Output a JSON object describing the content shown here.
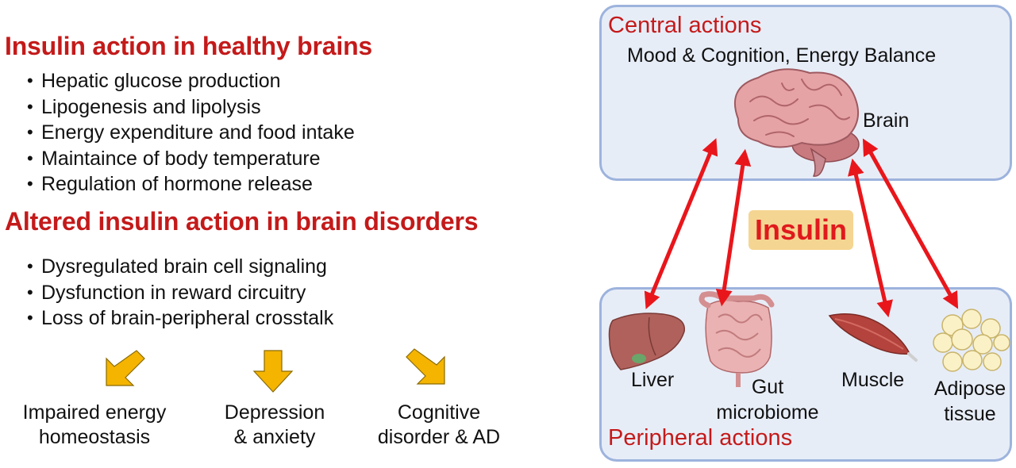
{
  "left": {
    "healthy_heading": "Insulin action in healthy brains",
    "healthy_items": [
      "Hepatic glucose production",
      "Lipogenesis and lipolysis",
      "Energy expenditure and food intake",
      "Maintaince of body temperature",
      "Regulation of hormone release"
    ],
    "disorders_heading": "Altered insulin action in brain disorders",
    "disorder_items": [
      "Dysregulated brain cell signaling",
      "Dysfunction in reward circuitry",
      "Loss of brain-peripheral crosstalk"
    ],
    "outcomes": [
      {
        "line1": "Impaired energy",
        "line2": "homeostasis"
      },
      {
        "line1": "Depression",
        "line2": "& anxiety"
      },
      {
        "line1": "Cognitive",
        "line2": "disorder & AD"
      }
    ]
  },
  "right": {
    "central": {
      "title": "Central actions",
      "subtitle": "Mood & Cognition, Energy Balance",
      "brain_label": "Brain"
    },
    "insulin_label": "Insulin",
    "peripheral": {
      "title": "Peripheral actions",
      "liver": "Liver",
      "gut_line1": "Gut",
      "gut_line2": "microbiome",
      "muscle": "Muscle",
      "adipose_line1": "Adipose",
      "adipose_line2": "tissue"
    }
  },
  "colors": {
    "heading_red": "#c41a1a",
    "arrow_red": "#e8161b",
    "yellow_arrow": "#f5b400",
    "panel_fill": "#e7edf7",
    "panel_border": "#9db3dd",
    "insulin_box": "#f5d592"
  },
  "icons": [
    "brain-icon",
    "liver-icon",
    "intestine-icon",
    "muscle-icon",
    "adipose-icon"
  ]
}
